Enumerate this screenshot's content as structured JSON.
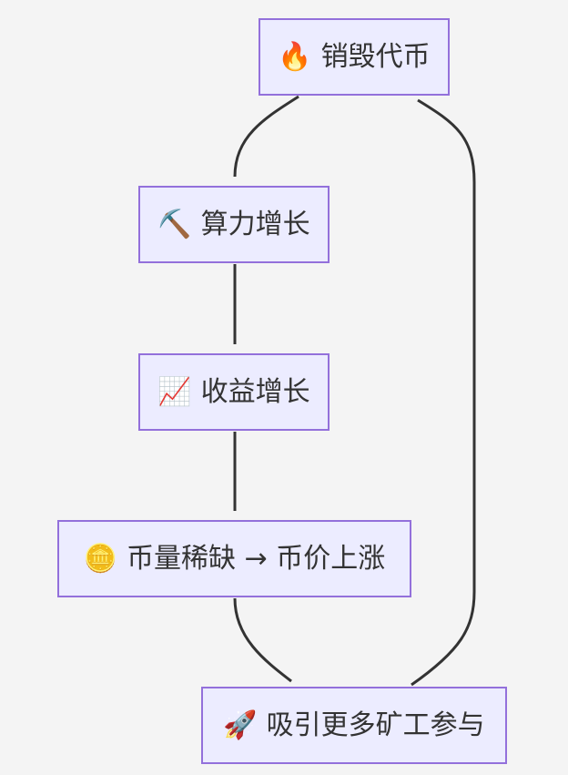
{
  "diagram": {
    "nodes": {
      "burn": {
        "icon": "🔥",
        "icon_name": "fire-icon",
        "label": "销毁代币"
      },
      "hash": {
        "icon": "⛏️",
        "icon_name": "pickaxe-icon",
        "label": "算力增长"
      },
      "profit": {
        "icon": "📈",
        "icon_name": "chart-up-icon",
        "label": "收益增长"
      },
      "scarce": {
        "icon": "🪙",
        "icon_name": "coin-icon",
        "label": "币量稀缺 → 币价上涨"
      },
      "miners": {
        "icon": "🚀",
        "icon_name": "rocket-icon",
        "label": "吸引更多矿工参与"
      }
    },
    "edges": [
      {
        "from": "burn",
        "to": "hash"
      },
      {
        "from": "hash",
        "to": "profit"
      },
      {
        "from": "profit",
        "to": "scarce"
      },
      {
        "from": "scarce",
        "to": "miners"
      },
      {
        "from": "miners",
        "to": "burn"
      }
    ],
    "colors": {
      "background": "#f4f4f4",
      "node_fill": "#ececff",
      "node_border": "#9370db",
      "edge": "#333333",
      "text": "#333333"
    }
  }
}
